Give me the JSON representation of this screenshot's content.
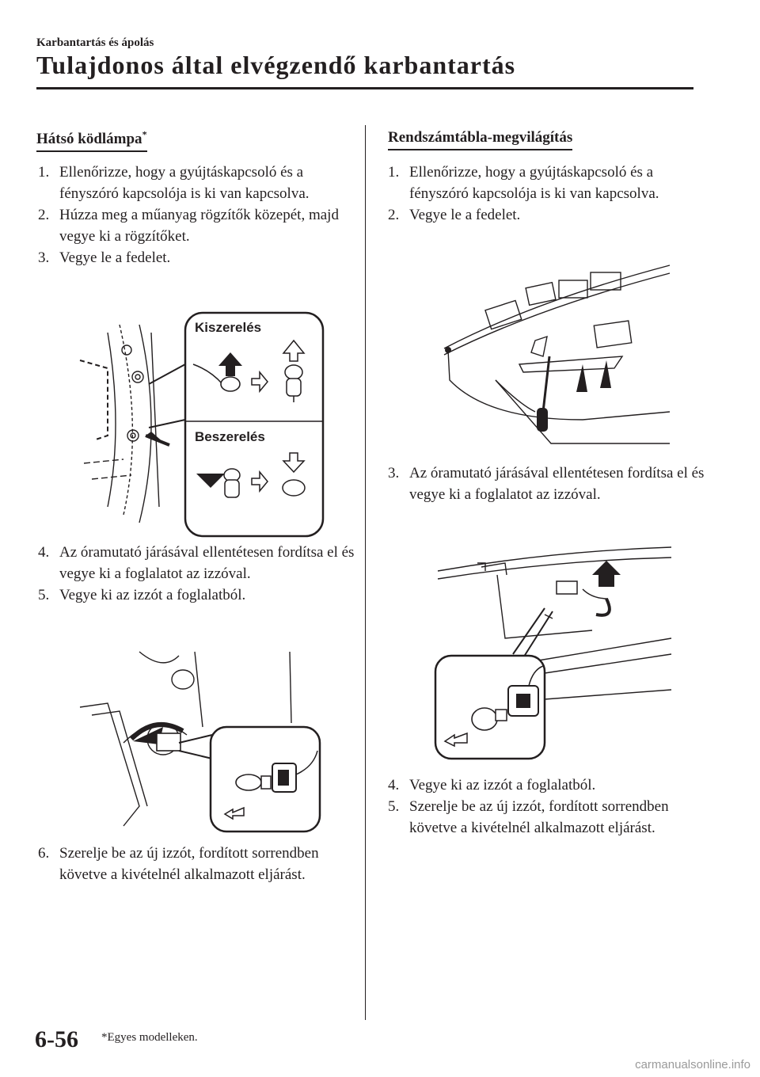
{
  "header": {
    "section": "Karbantartás és ápolás",
    "title": "Tulajdonos által elvégzendő karbantartás"
  },
  "left": {
    "heading": "Hátsó ködlámpa",
    "heading_mark": "*",
    "steps_a": [
      {
        "num": "1.",
        "text": "Ellenőrizze, hogy a gyújtáskapcsoló és a fényszóró kapcsolója is ki van kapcsolva."
      },
      {
        "num": "2.",
        "text": "Húzza meg a műanyag rögzítők közepét, majd vegye ki a rögzítőket."
      },
      {
        "num": "3.",
        "text": "Vegye le a fedelet."
      }
    ],
    "diagram_labels": {
      "removal": "Kiszerelés",
      "installation": "Beszerelés"
    },
    "steps_b": [
      {
        "num": "4.",
        "text": "Az óramutató járásával ellentétesen fordítsa el és vegye ki a foglalatot az izzóval."
      },
      {
        "num": "5.",
        "text": "Vegye ki az izzót a foglalatból."
      }
    ],
    "steps_c": [
      {
        "num": "6.",
        "text": "Szerelje be az új izzót, fordított sorrendben követve a kivételnél alkalmazott eljárást."
      }
    ]
  },
  "right": {
    "heading": "Rendszámtábla-megvilágítás",
    "steps_a": [
      {
        "num": "1.",
        "text": "Ellenőrizze, hogy a gyújtáskapcsoló és a fényszóró kapcsolója is ki van kapcsolva."
      },
      {
        "num": "2.",
        "text": "Vegye le a fedelet."
      }
    ],
    "steps_b": [
      {
        "num": "3.",
        "text": "Az óramutató járásával ellentétesen fordítsa el és vegye ki a foglalatot az izzóval."
      }
    ],
    "steps_c": [
      {
        "num": "4.",
        "text": "Vegye ki az izzót a foglalatból."
      },
      {
        "num": "5.",
        "text": "Szerelje be az új izzót, fordított sorrendben követve a kivételnél alkalmazott eljárást."
      }
    ]
  },
  "footer": {
    "page_number": "6-56",
    "note": "*Egyes modelleken.",
    "watermark": "carmanualsonline.info"
  },
  "colors": {
    "ink": "#231f20",
    "watermark": "#9a9a9a"
  }
}
